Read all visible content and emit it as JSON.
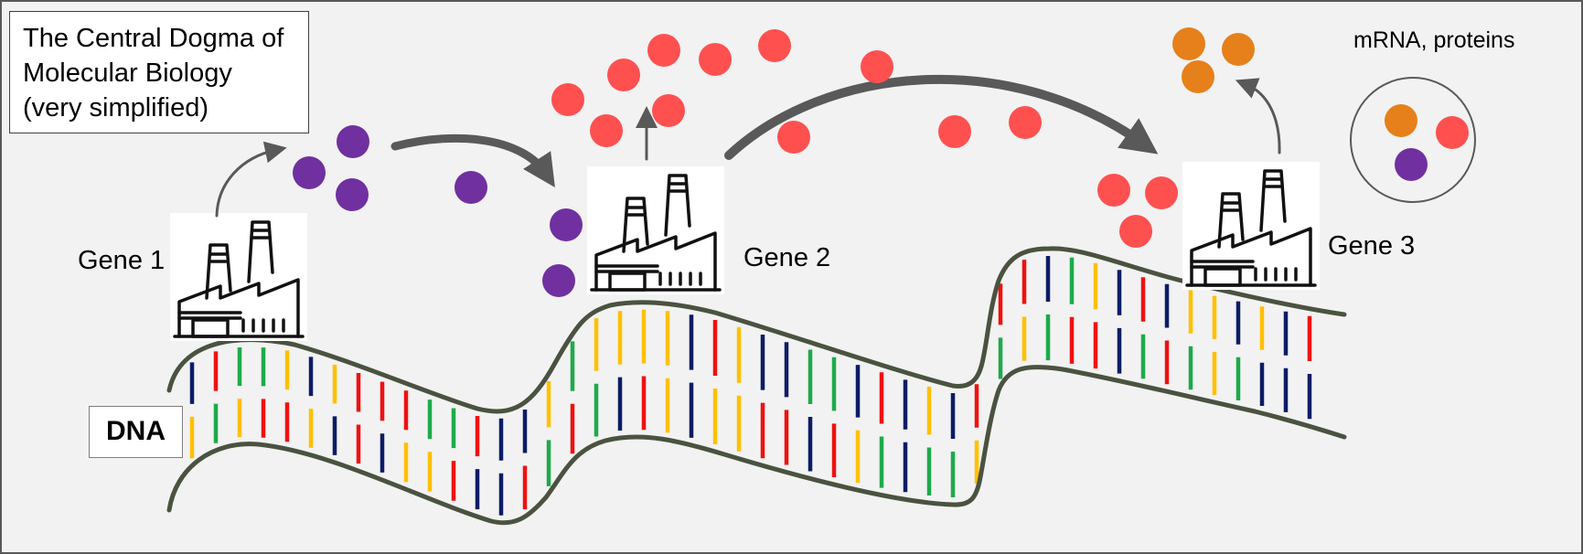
{
  "title": {
    "lines": [
      "The Central Dogma of",
      "Molecular Biology",
      "(very simplified)"
    ]
  },
  "dna_label": "DNA",
  "genes": [
    {
      "label": "Gene 1"
    },
    {
      "label": "Gene 2"
    },
    {
      "label": "Gene 3"
    }
  ],
  "legend": {
    "label": "mRNA, proteins"
  },
  "colors": {
    "background": "#f2f2f2",
    "border": "#595959",
    "backbone": "#4a5240",
    "arrow": "#595959",
    "mrna": "#7030a0",
    "protein_red": "#ff5050",
    "protein_orange": "#e6801a",
    "base_green": "#1eaa4a",
    "base_red": "#ee1111",
    "base_navy": "#0c1c66",
    "base_yellow": "#ffc000",
    "factory_stroke": "#111111"
  },
  "icons": [
    "factory-icon",
    "arrow-icon",
    "molecule-dot"
  ]
}
